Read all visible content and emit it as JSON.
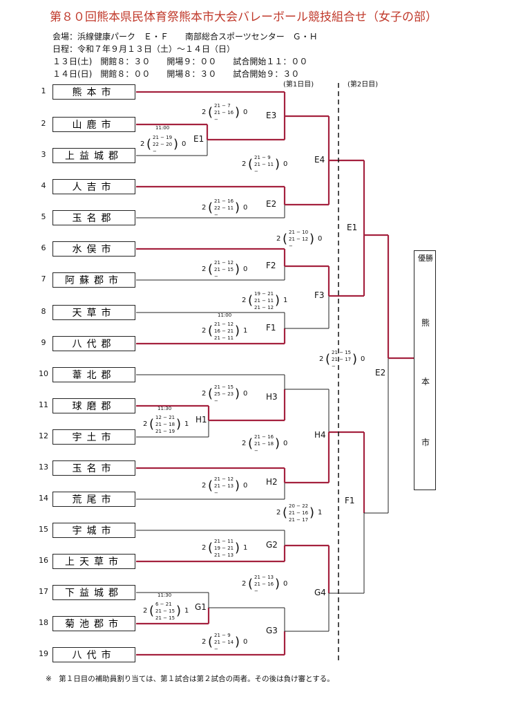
{
  "title": "第８０回熊本県民体育祭熊本市大会バレーボール競技組合せ（女子の部）",
  "info": {
    "venue": "会場：浜線健康パーク　Ｅ・Ｆ　　南部総合スポーツセンター　Ｇ・Ｈ",
    "dates": "日程：令和７年９月１３日（土）～１４日（日）",
    "day1": "１３日(土)　開館８：３０　　開場９：００　　試合開始１１：００",
    "day2": "１４日(日)　開館８：００　　開場８：３０　　試合開始９：３０"
  },
  "day_labels": [
    "(第1日目)",
    "(第2日目)"
  ],
  "teams": [
    {
      "seed": "1",
      "name": "熊本市"
    },
    {
      "seed": "2",
      "name": "山鹿市"
    },
    {
      "seed": "3",
      "name": "上益城郡"
    },
    {
      "seed": "4",
      "name": "人吉市"
    },
    {
      "seed": "5",
      "name": "玉名郡"
    },
    {
      "seed": "6",
      "name": "水俣市"
    },
    {
      "seed": "7",
      "name": "阿蘇郡市"
    },
    {
      "seed": "8",
      "name": "天草市"
    },
    {
      "seed": "9",
      "name": "八代郡"
    },
    {
      "seed": "10",
      "name": "葦北郡"
    },
    {
      "seed": "11",
      "name": "球磨郡"
    },
    {
      "seed": "12",
      "name": "宇土市"
    },
    {
      "seed": "13",
      "name": "玉名市"
    },
    {
      "seed": "14",
      "name": "荒尾市"
    },
    {
      "seed": "15",
      "name": "宇城市"
    },
    {
      "seed": "16",
      "name": "上天草市"
    },
    {
      "seed": "17",
      "name": "下益城郡"
    },
    {
      "seed": "18",
      "name": "菊池郡市"
    },
    {
      "seed": "19",
      "name": "八代市"
    }
  ],
  "matches": [
    {
      "code": "E1",
      "time": "11:00",
      "left": "2",
      "right": "0",
      "sets": [
        "21 − 19",
        "22 − 20",
        "−"
      ]
    },
    {
      "code": "E3",
      "time": "",
      "left": "2",
      "right": "0",
      "sets": [
        "21 − 7",
        "21 − 16",
        "−"
      ]
    },
    {
      "code": "E4",
      "time": "",
      "left": "2",
      "right": "0",
      "sets": [
        "21 − 9",
        "21 − 11",
        "−"
      ]
    },
    {
      "code": "E2",
      "time": "",
      "left": "2",
      "right": "0",
      "sets": [
        "21 − 16",
        "22 − 11",
        "−"
      ]
    },
    {
      "code": "F2",
      "time": "",
      "left": "2",
      "right": "0",
      "sets": [
        "21 − 12",
        "21 − 15",
        "−"
      ]
    },
    {
      "code": "F1",
      "time": "11:00",
      "left": "2",
      "right": "1",
      "sets": [
        "21 − 12",
        "16 − 21",
        "21 − 11"
      ]
    },
    {
      "code": "F3",
      "time": "",
      "left": "2",
      "right": "1",
      "sets": [
        "19 − 21",
        "21 − 11",
        "21 − 12"
      ]
    },
    {
      "code": "H1",
      "time": "11:30",
      "left": "2",
      "right": "1",
      "sets": [
        "12 − 21",
        "21 − 18",
        "21 − 19"
      ]
    },
    {
      "code": "H3",
      "time": "",
      "left": "2",
      "right": "0",
      "sets": [
        "21 − 15",
        "25 − 23",
        "−"
      ]
    },
    {
      "code": "H4",
      "time": "",
      "left": "2",
      "right": "0",
      "sets": [
        "21 − 16",
        "21 − 18",
        "−"
      ]
    },
    {
      "code": "H2",
      "time": "",
      "left": "2",
      "right": "0",
      "sets": [
        "21 − 12",
        "21 − 13",
        "−"
      ]
    },
    {
      "code": "G2",
      "time": "",
      "left": "2",
      "right": "1",
      "sets": [
        "21 − 11",
        "19 − 21",
        "21 − 13"
      ]
    },
    {
      "code": "G1",
      "time": "11:30",
      "left": "2",
      "right": "1",
      "sets": [
        "6 − 21",
        "21 − 15",
        "21 − 15"
      ]
    },
    {
      "code": "G3",
      "time": "",
      "left": "2",
      "right": "0",
      "sets": [
        "21 − 9",
        "21 − 14",
        "−"
      ]
    },
    {
      "code": "G4",
      "time": "",
      "left": "2",
      "right": "0",
      "sets": [
        "21 − 13",
        "21 − 16",
        "−"
      ]
    },
    {
      "code": "E1",
      "time": "",
      "left": "2",
      "right": "0",
      "sets": [
        "21 − 10",
        "21 − 12",
        "−"
      ]
    },
    {
      "code": "F1",
      "time": "",
      "left": "2",
      "right": "1",
      "sets": [
        "20 − 22",
        "21 − 16",
        "21 − 17"
      ]
    },
    {
      "code": "E2",
      "time": "",
      "left": "2",
      "right": "0",
      "sets": [
        "21 − 15",
        "21 − 17",
        "−"
      ]
    }
  ],
  "champion": {
    "label": "優勝",
    "chars": [
      "熊",
      "本",
      "市"
    ]
  },
  "note": "※　第１日目の補助員割り当ては、第１試合は第２試合の両者。その後は負け審とする。",
  "colors": {
    "winner_line": "#a4213e",
    "line": "#222222",
    "title": "#c0392b"
  }
}
